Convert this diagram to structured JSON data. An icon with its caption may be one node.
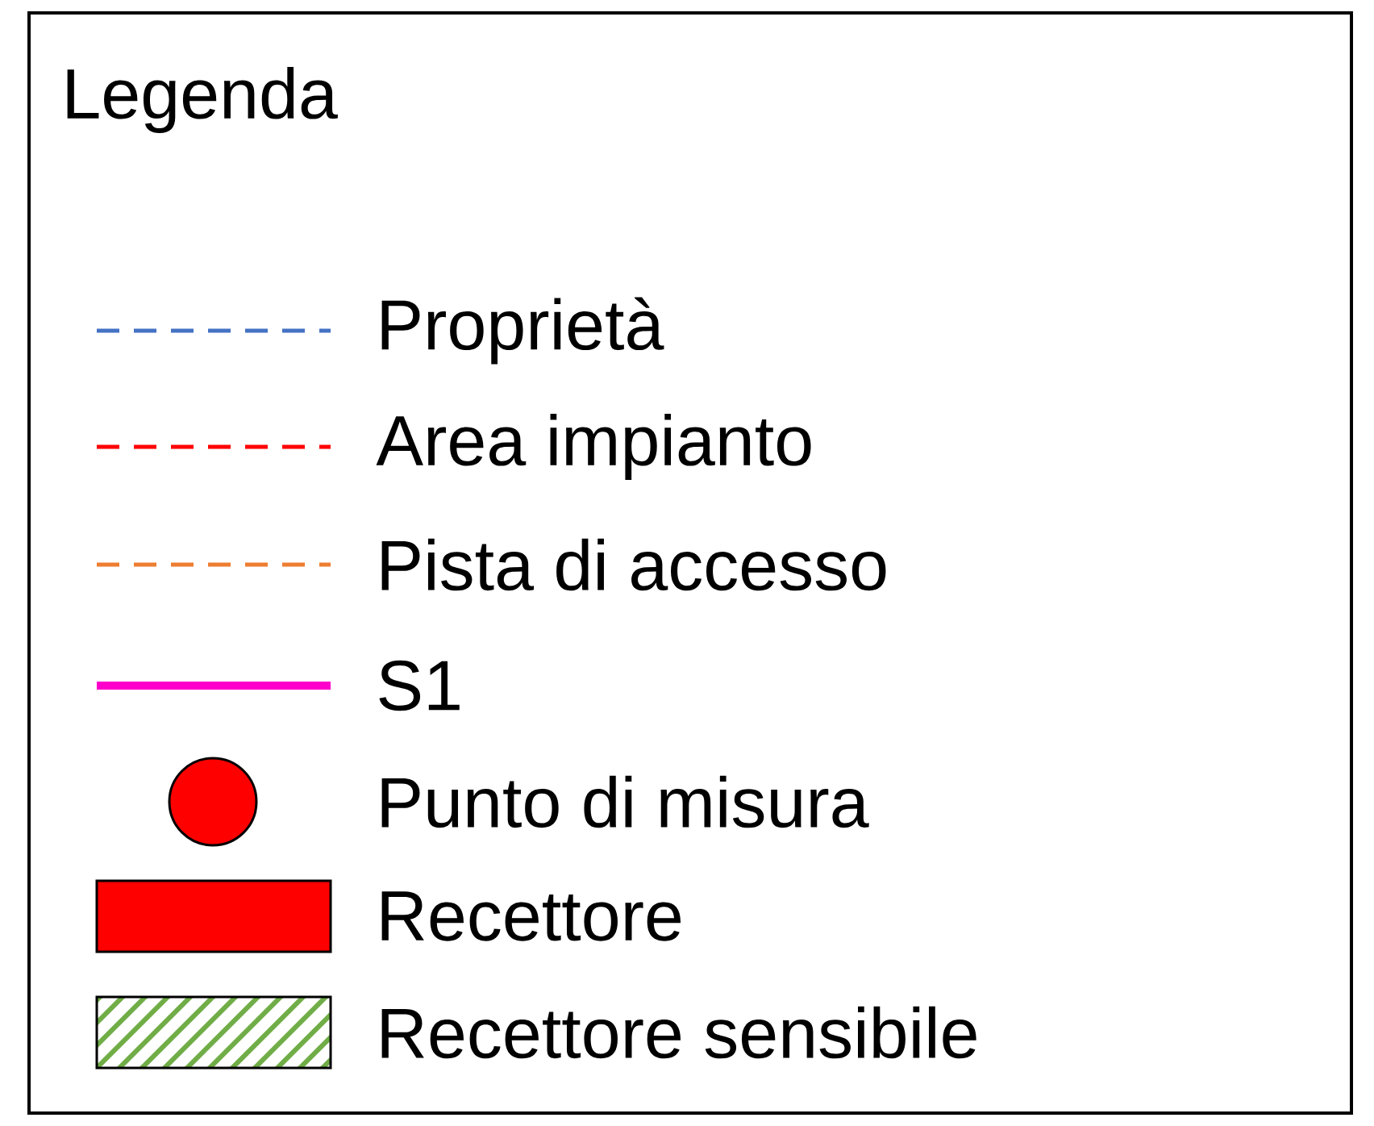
{
  "diagram": {
    "title": "Legenda",
    "legend": [
      {
        "text": "Proprietà"
      },
      {
        "text": "Area impianto"
      },
      {
        "text": "Pista di accesso"
      },
      {
        "text": "S1"
      },
      {
        "text": "Punto di misura"
      },
      {
        "text": "Recettore",
        "color": "#ff0000"
      },
      {
        "text": "Recettore sensibile"
      }
    ]
  }
}
